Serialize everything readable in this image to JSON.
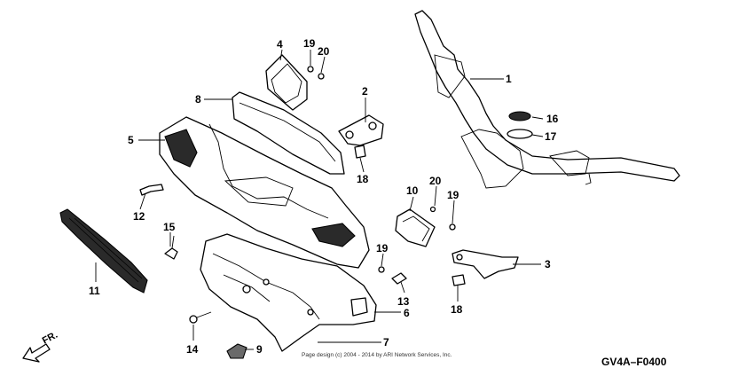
{
  "callouts": [
    {
      "id": "1",
      "label": "1"
    },
    {
      "id": "2",
      "label": "2"
    },
    {
      "id": "3",
      "label": "3"
    },
    {
      "id": "4",
      "label": "4"
    },
    {
      "id": "5",
      "label": "5"
    },
    {
      "id": "6",
      "label": "6"
    },
    {
      "id": "7",
      "label": "7"
    },
    {
      "id": "8",
      "label": "8"
    },
    {
      "id": "9",
      "label": "9"
    },
    {
      "id": "10",
      "label": "10"
    },
    {
      "id": "11",
      "label": "11"
    },
    {
      "id": "12",
      "label": "12"
    },
    {
      "id": "13",
      "label": "13"
    },
    {
      "id": "14",
      "label": "14"
    },
    {
      "id": "15",
      "label": "15"
    },
    {
      "id": "16",
      "label": "16"
    },
    {
      "id": "17",
      "label": "17"
    },
    {
      "id": "18a",
      "label": "18"
    },
    {
      "id": "18b",
      "label": "18"
    },
    {
      "id": "19a",
      "label": "19"
    },
    {
      "id": "19b",
      "label": "19"
    },
    {
      "id": "19c",
      "label": "19"
    },
    {
      "id": "20a",
      "label": "20"
    },
    {
      "id": "20b",
      "label": "20"
    }
  ],
  "diagram_code": "GV4A–F0400",
  "direction_label": "FR.",
  "copyright": "Page design (c) 2004 - 2014 by ARI Network Services, Inc."
}
